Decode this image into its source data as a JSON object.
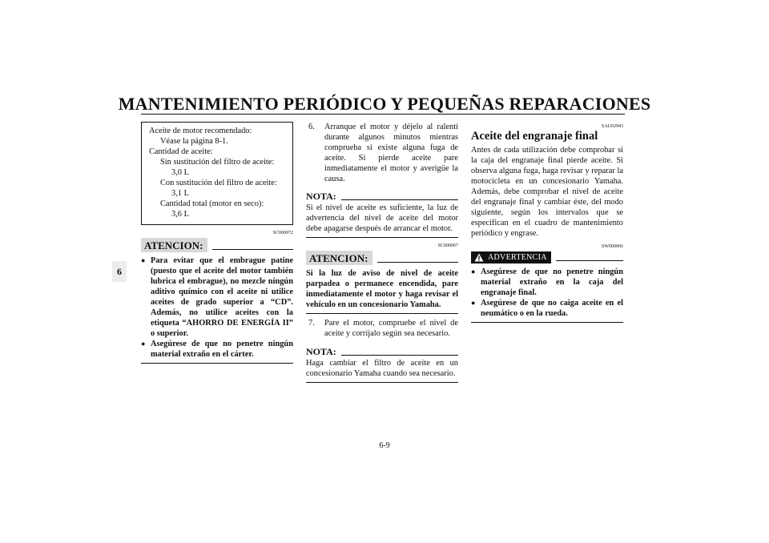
{
  "header": {
    "title": "MANTENIMIENTO PERIÓDICO Y PEQUEÑAS REPARACIONES",
    "chapter_tab": "6"
  },
  "footer": {
    "page_number": "6-9"
  },
  "column1": {
    "spec_box": {
      "lines": [
        "Aceite de motor recomendado:",
        "Véase la página 8-1.",
        "Cantidad de aceite:",
        "Sin sustitución del filtro de aceite:",
        "3,0 L",
        "Con sustitución del filtro de aceite:",
        "3,1 L",
        "Cantidad total (motor en seco):",
        "3,6 L"
      ]
    },
    "caution": {
      "code": "SC000072",
      "label": "ATENCION:",
      "bullets": [
        "Para evitar que el embrague patine (puesto que el aceite del motor también lubrica el embrague), no mezcle ningún aditivo químico con el aceite ni utilice aceites de grado superior a “CD”. Además, no utilice aceites con la etiqueta “AHORRO DE ENERGÍA II” o superior.",
        "Asegúrese de que no penetre ningún material extraño en el cárter."
      ]
    }
  },
  "column2": {
    "step6": {
      "number": "6.",
      "text": "Arranque el motor y déjelo al ralentí durante algunos minutos mientras comprueba si existe alguna fuga de aceite. Si pierde aceite pare inmediatamente el motor y averigüe la causa."
    },
    "note1": {
      "label": "NOTA:",
      "text": "Si el nivel de aceite es suficiente, la luz de advertencia del nivel de aceite del motor debe apagarse después de arrancar el motor."
    },
    "caution": {
      "code": "SC000067",
      "label": "ATENCION:",
      "text": "Si la luz de aviso de nivel de aceite parpadea o permanece encendida, pare inmediatamente el motor y haga revisar el vehículo en un concesionario Yamaha."
    },
    "step7": {
      "number": "7.",
      "text": "Pare el motor, compruebe el nivel de aceite y corríjalo según sea necesario."
    },
    "note2": {
      "label": "NOTA:",
      "text": "Haga cambiar el filtro de aceite en un concesionario Yamaha cuando sea necesario."
    }
  },
  "column3": {
    "section": {
      "code": "SAU02943",
      "heading": "Aceite del engranaje final",
      "text": "Antes de cada utilización debe comprobar si la caja del engranaje final pierde aceite. Si observa alguna fuga, haga revisar y reparar la motocicleta en un concesionario Yamaha. Además, debe comprobar el nivel de aceite del engranaje final y cambiar éste, del modo siguiente, según los intervalos que se especifican en el cuadro de mantenimiento periódico y engrase."
    },
    "warning": {
      "code": "SW000066",
      "label": "ADVERTENCIA",
      "icon": "warning-triangle-icon",
      "bullets": [
        "Asegúrese de que no penetre ningún material extraño en la caja del engranaje final.",
        "Asegúrese de que no caiga aceite en el neumático o en la rueda."
      ]
    }
  }
}
